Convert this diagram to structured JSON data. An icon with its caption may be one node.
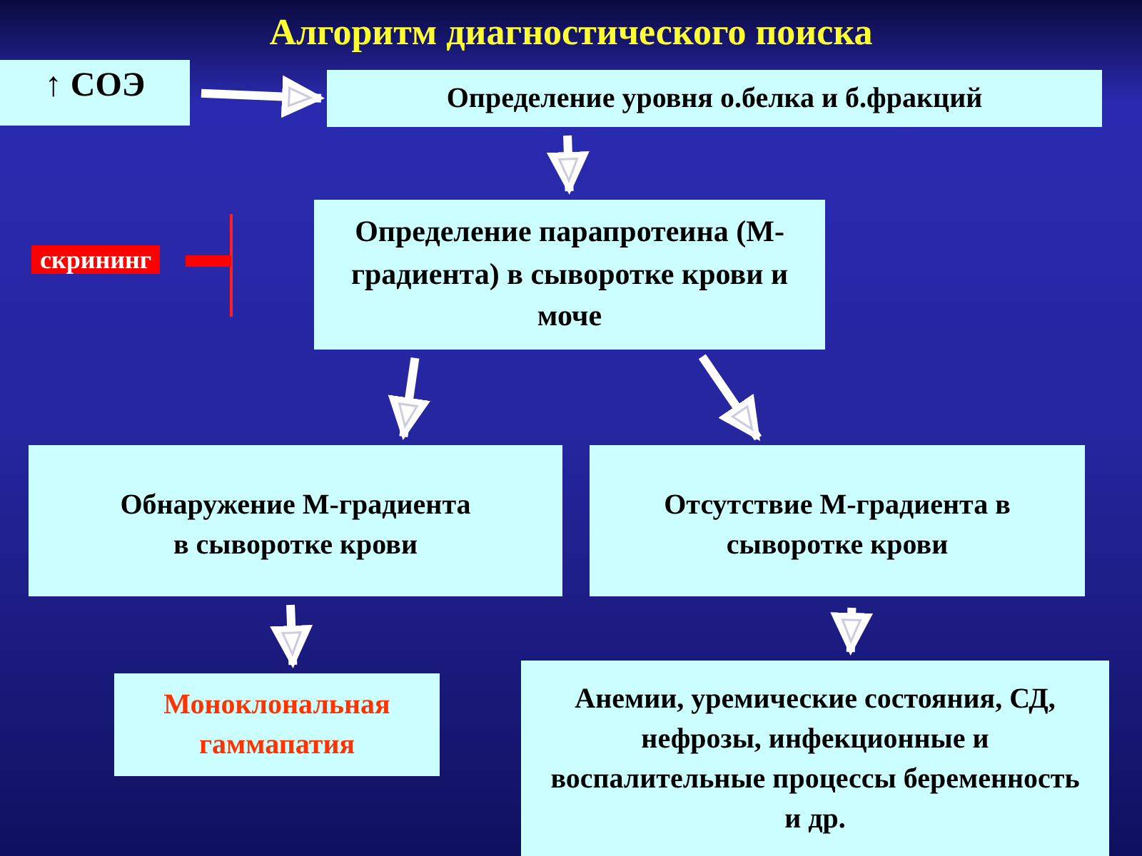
{
  "diagram": {
    "title": "Алгоритм диагностического поиска",
    "nodes": [
      {
        "text": [
          "↑ СОЭ"
        ]
      },
      {
        "text": [
          "Определение уровня о.белка и б.фракций"
        ]
      },
      {
        "text": [
          "Определение парапротеина (М-градиента) в сыворотке крови и моче"
        ]
      },
      {
        "text": [
          "Обнаружение М-градиента в сыворотке крови"
        ]
      },
      {
        "text": [
          "Отсутствие М-градиента в сыворотке крови"
        ]
      },
      {
        "text": [
          "Моноклональная гаммапатия"
        ]
      },
      {
        "text": [
          "Анемии, уремические состояния, СД, нефрозы,  инфекционные и воспалительные процессы беременность и др."
        ]
      }
    ],
    "edges": [
      {
        "from": 0,
        "to": 1,
        "arrow": "to"
      },
      {
        "from": 1,
        "to": 2,
        "arrow": "to"
      },
      {
        "from": 2,
        "to": 3,
        "arrow": "to"
      },
      {
        "from": 2,
        "to": 4,
        "arrow": "to"
      },
      {
        "from": 3,
        "to": 5,
        "arrow": "to"
      },
      {
        "from": 4,
        "to": 6,
        "arrow": "to"
      }
    ],
    "labels": [
      "скрининг"
    ]
  }
}
